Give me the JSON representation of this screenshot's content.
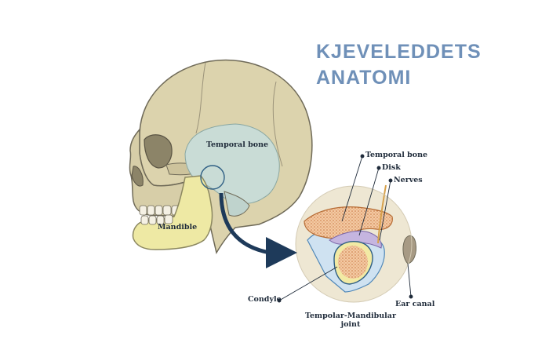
{
  "title": {
    "line1": "KJEVELEDDETS",
    "line2": "ANATOMI"
  },
  "labels": {
    "temporal_bone_skull": "Temporal bone",
    "mandible": "Mandible",
    "temporal_bone_detail": "Temporal bone",
    "disk": "Disk",
    "nerves": "Nerves",
    "condyle": "Condyle",
    "ear_canal": "Ear canal",
    "joint_line1": "Tempolar-Mandibular",
    "joint_line2": "joint"
  },
  "colors": {
    "skull": "#dcd3ad",
    "temporal_region": "#c9dcd6",
    "mandible": "#eee9a4",
    "bone_marrow": "#f1c29a",
    "disk": "#c5b5df",
    "accent_blue": "#2f5f84",
    "title_blue": "#6f90b8"
  }
}
